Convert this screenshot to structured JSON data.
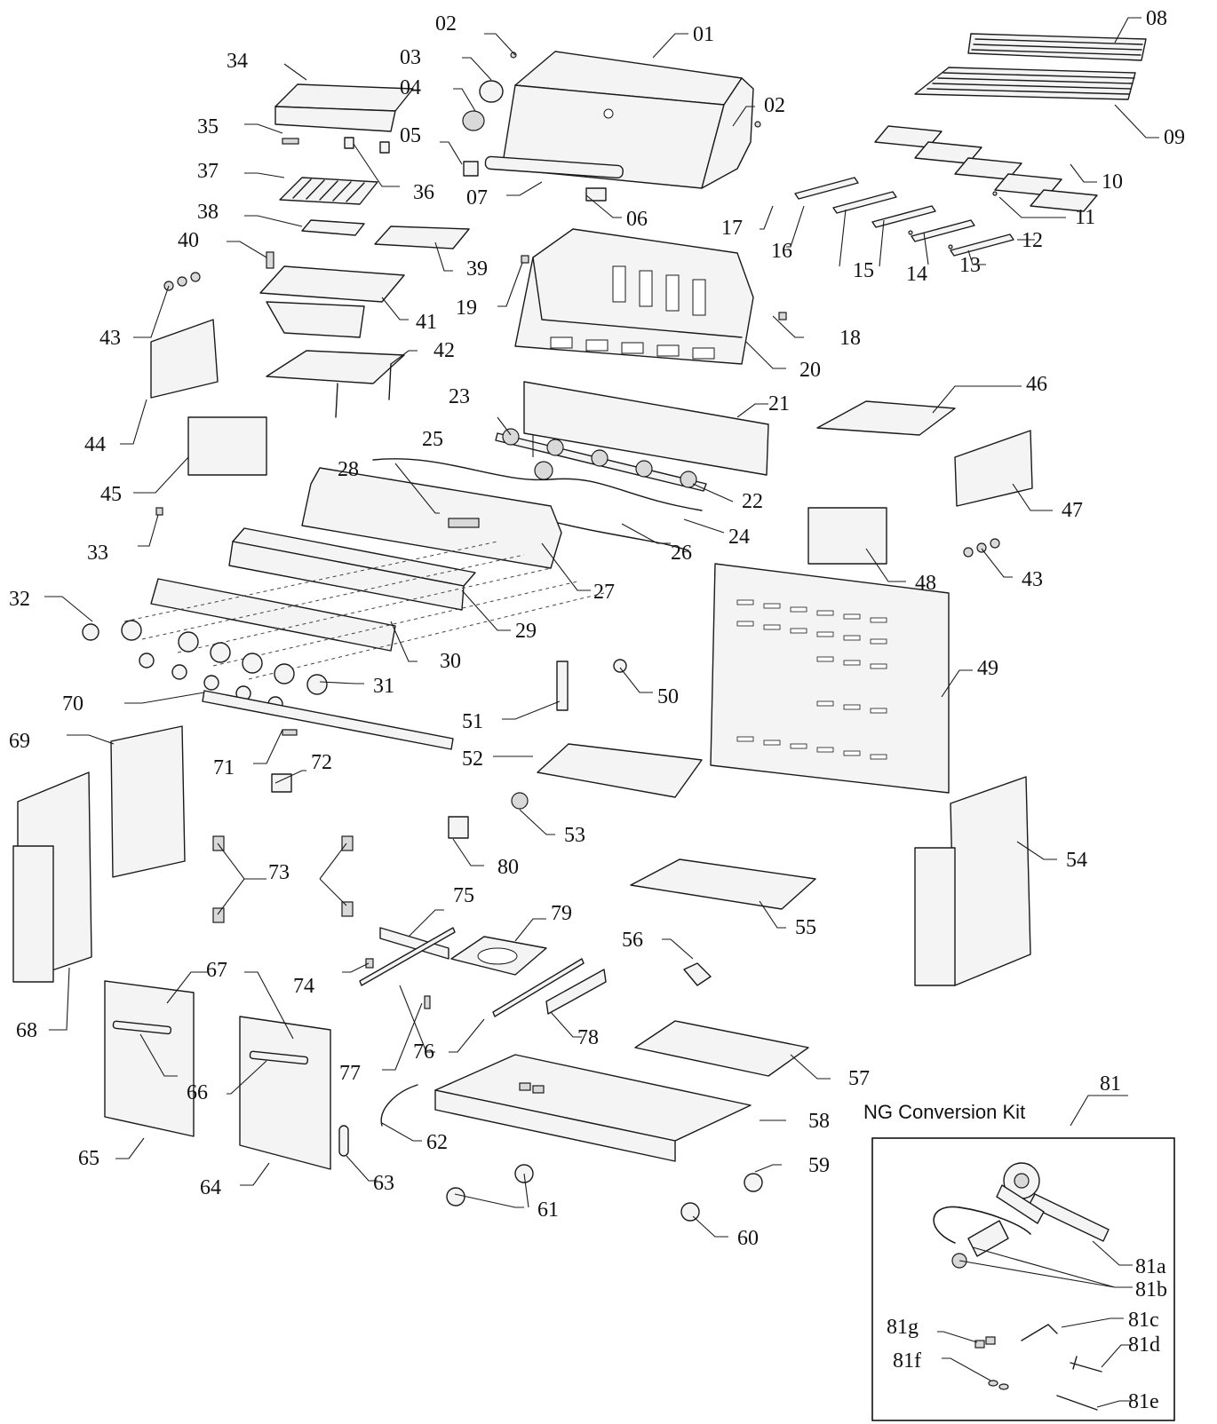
{
  "kit": {
    "title": "NG Conversion Kit",
    "number": "81",
    "sub_labels": [
      "81a",
      "81b",
      "81c",
      "81d",
      "81e",
      "81f",
      "81g"
    ]
  },
  "callouts": [
    "01",
    "02",
    "02",
    "03",
    "04",
    "05",
    "06",
    "07",
    "08",
    "09",
    "10",
    "11",
    "12",
    "13",
    "14",
    "15",
    "16",
    "17",
    "18",
    "19",
    "20",
    "21",
    "22",
    "23",
    "24",
    "25",
    "26",
    "27",
    "28",
    "29",
    "30",
    "31",
    "32",
    "33",
    "34",
    "35",
    "36",
    "37",
    "38",
    "39",
    "40",
    "41",
    "42",
    "43",
    "43",
    "44",
    "45",
    "46",
    "47",
    "48",
    "49",
    "50",
    "51",
    "52",
    "53",
    "54",
    "55",
    "56",
    "57",
    "58",
    "59",
    "60",
    "61",
    "62",
    "63",
    "64",
    "65",
    "66",
    "67",
    "68",
    "69",
    "70",
    "71",
    "72",
    "73",
    "74",
    "75",
    "76",
    "77",
    "78",
    "79",
    "80"
  ]
}
